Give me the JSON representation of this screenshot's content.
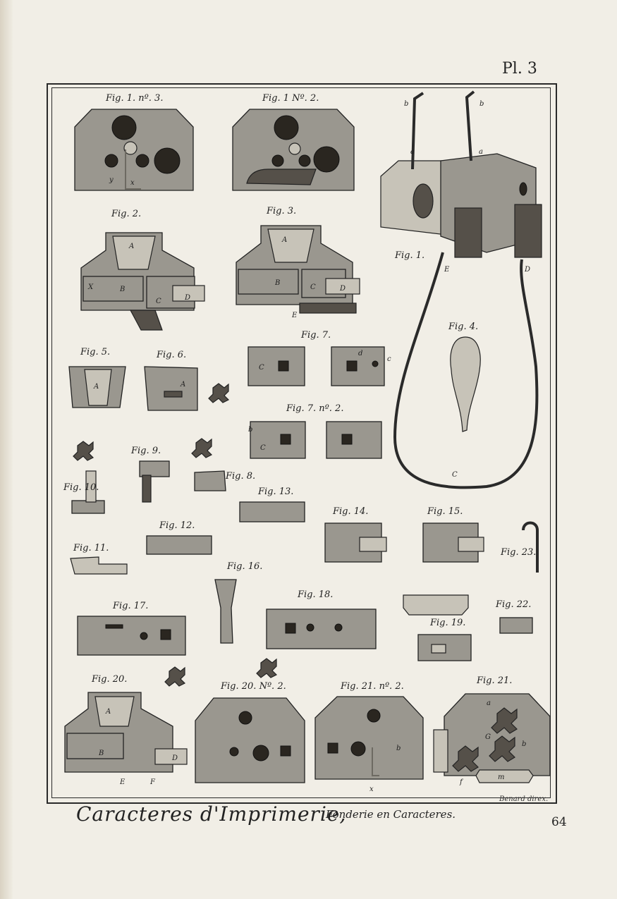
{
  "plate": "Pl. 3",
  "title_main": "Caracteres d'Imprimerie,",
  "title_sub": "Fonderie en Caracteres.",
  "engraver": "Benard direx.",
  "page_number": "64",
  "figure_labels": {
    "f1n3": "Fig. 1. nº. 3.",
    "f1n2": "Fig. 1 Nº. 2.",
    "f1": "Fig. 1.",
    "f2": "Fig. 2.",
    "f3": "Fig. 3.",
    "f4": "Fig. 4.",
    "f5": "Fig. 5.",
    "f6": "Fig. 6.",
    "f7": "Fig. 7.",
    "f7n2": "Fig. 7. nº. 2.",
    "f8": "Fig. 8.",
    "f9": "Fig. 9.",
    "f10": "Fig. 10.",
    "f11": "Fig. 11.",
    "f12": "Fig. 12.",
    "f13": "Fig. 13.",
    "f14": "Fig. 14.",
    "f15": "Fig. 15.",
    "f16": "Fig. 16.",
    "f17": "Fig. 17.",
    "f18": "Fig. 18.",
    "f19": "Fig. 19.",
    "f20": "Fig. 20.",
    "f20n2": "Fig. 20. Nº. 2.",
    "f21n2": "Fig. 21. nº. 2.",
    "f21": "Fig. 21.",
    "f22": "Fig. 22.",
    "f23": "Fig. 23."
  }
}
